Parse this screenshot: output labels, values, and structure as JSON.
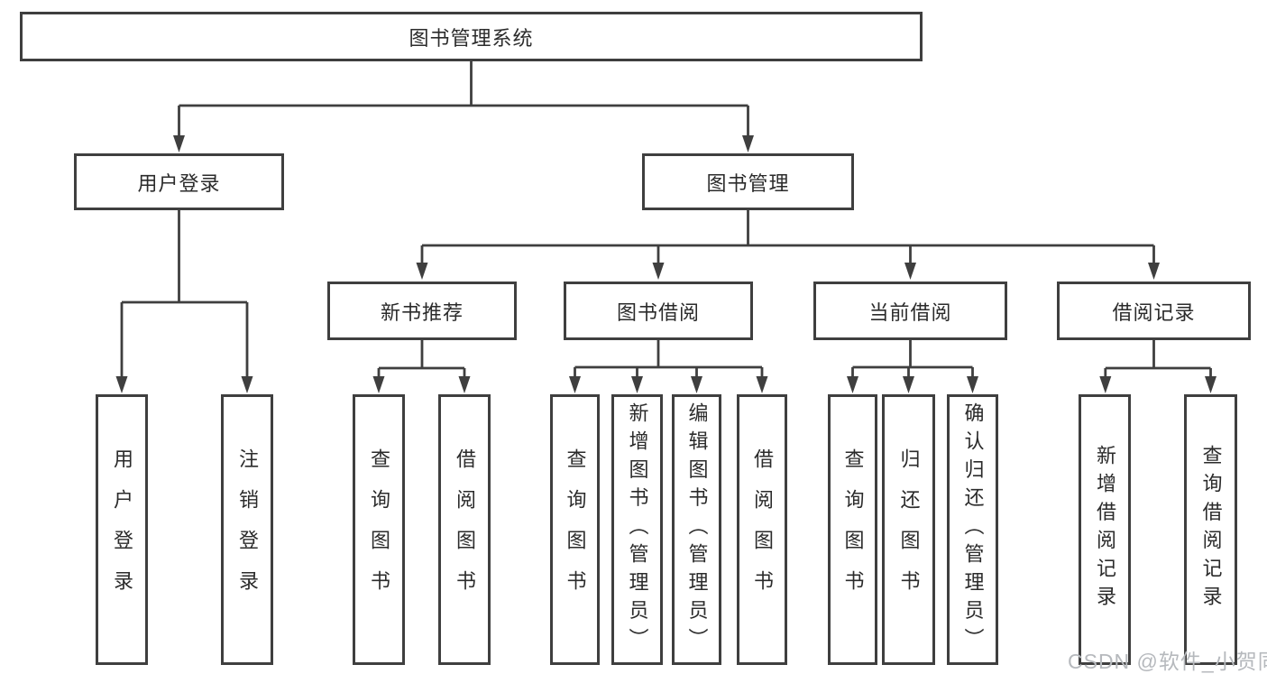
{
  "tree": {
    "label": "图书管理系统",
    "children": [
      {
        "label": "用户登录",
        "children": [
          {
            "label": "用户登录"
          },
          {
            "label": "注销登录"
          }
        ]
      },
      {
        "label": "图书管理",
        "children": [
          {
            "label": "新书推荐",
            "children": [
              {
                "label": "查询图书"
              },
              {
                "label": "借阅图书"
              }
            ]
          },
          {
            "label": "图书借阅",
            "children": [
              {
                "label": "查询图书"
              },
              {
                "label": "新增图书（管理员）"
              },
              {
                "label": "编辑图书（管理员）"
              },
              {
                "label": "借阅图书"
              }
            ]
          },
          {
            "label": "当前借阅",
            "children": [
              {
                "label": "查询图书"
              },
              {
                "label": "归还图书"
              },
              {
                "label": "确认归还（管理员）"
              }
            ]
          },
          {
            "label": "借阅记录",
            "children": [
              {
                "label": "新增借阅记录"
              },
              {
                "label": "查询借阅记录"
              }
            ]
          }
        ]
      }
    ]
  },
  "watermark": "CSDN @软件_小贺同学",
  "colors": {
    "line": "#3f3f3f",
    "text": "#2b2b2b",
    "watermark": "#b6b9bd"
  }
}
